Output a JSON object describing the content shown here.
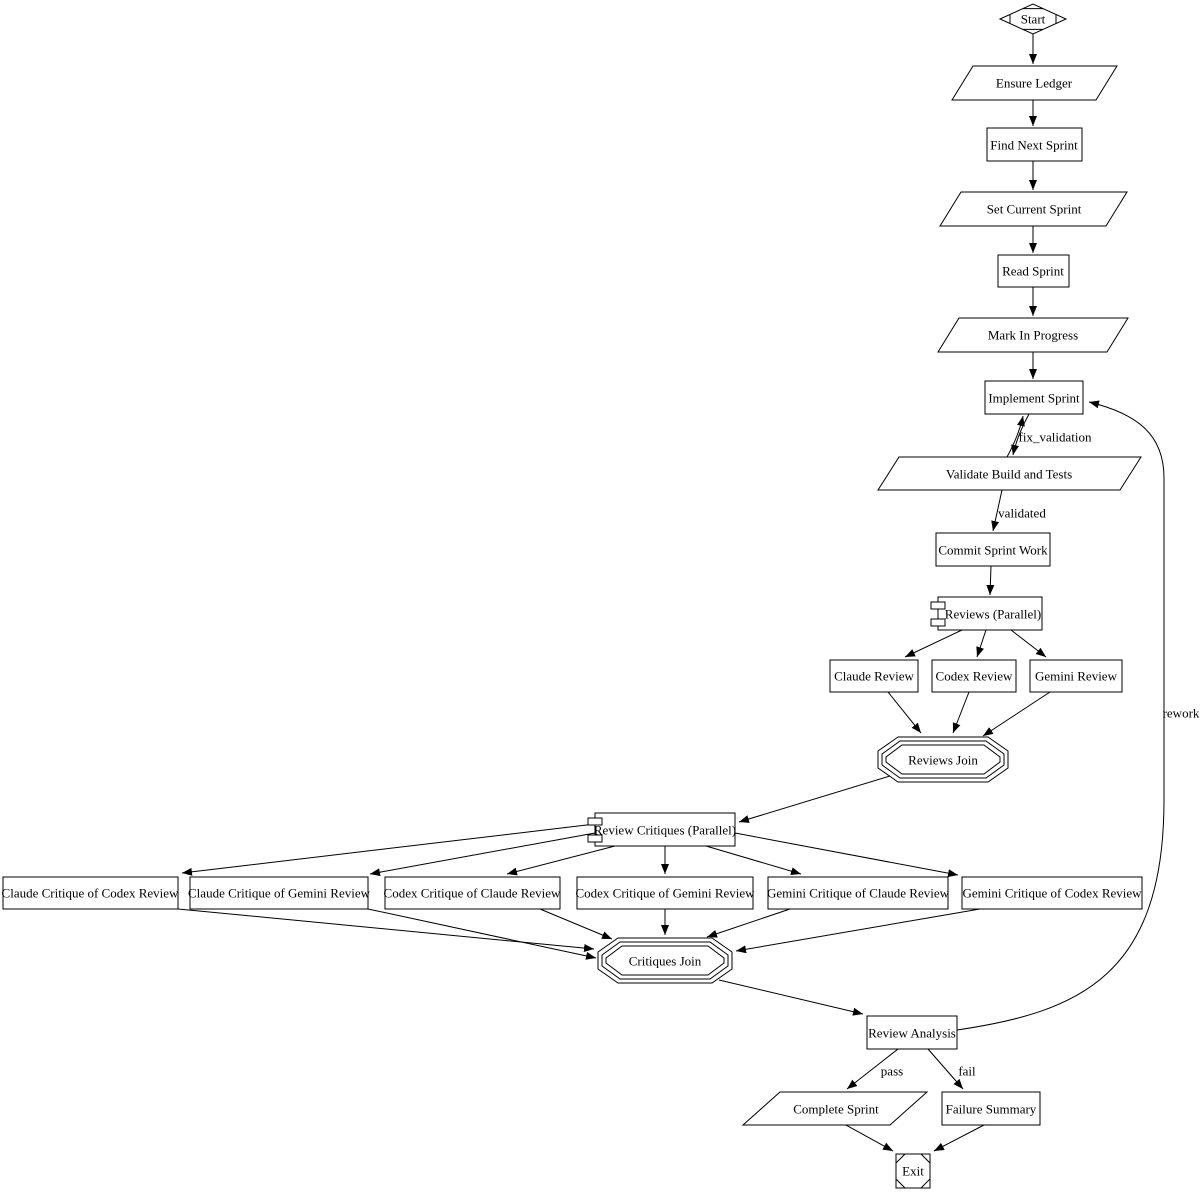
{
  "diagram": {
    "background": "#ffffff",
    "stroke_color": "#000000",
    "nodes": {
      "start": {
        "label": "Start",
        "shape": "Mdiamond"
      },
      "ensure_ledger": {
        "label": "Ensure Ledger",
        "shape": "parallelogram"
      },
      "find_next_sprint": {
        "label": "Find Next Sprint",
        "shape": "box"
      },
      "set_current_sprint": {
        "label": "Set Current Sprint",
        "shape": "parallelogram"
      },
      "read_sprint": {
        "label": "Read Sprint",
        "shape": "box"
      },
      "mark_in_progress": {
        "label": "Mark In Progress",
        "shape": "parallelogram"
      },
      "implement_sprint": {
        "label": "Implement Sprint",
        "shape": "box"
      },
      "validate_build_and_tests": {
        "label": "Validate Build and Tests",
        "shape": "parallelogram"
      },
      "commit_sprint_work": {
        "label": "Commit Sprint Work",
        "shape": "box"
      },
      "reviews_parallel": {
        "label": "Reviews (Parallel)",
        "shape": "component"
      },
      "claude_review": {
        "label": "Claude Review",
        "shape": "box"
      },
      "codex_review": {
        "label": "Codex Review",
        "shape": "box"
      },
      "gemini_review": {
        "label": "Gemini Review",
        "shape": "box"
      },
      "reviews_join": {
        "label": "Reviews Join",
        "shape": "tripleoctagon"
      },
      "review_critiques_parallel": {
        "label": "Review Critiques (Parallel)",
        "shape": "component"
      },
      "claude_critique_of_codex_review": {
        "label": "Claude Critique of Codex Review",
        "shape": "box"
      },
      "claude_critique_of_gemini_review": {
        "label": "Claude Critique of Gemini Review",
        "shape": "box"
      },
      "codex_critique_of_claude_review": {
        "label": "Codex Critique of Claude Review",
        "shape": "box"
      },
      "codex_critique_of_gemini_review": {
        "label": "Codex Critique of Gemini Review",
        "shape": "box"
      },
      "gemini_critique_of_claude_review": {
        "label": "Gemini Critique of Claude Review",
        "shape": "box"
      },
      "gemini_critique_of_codex_review": {
        "label": "Gemini Critique of Codex Review",
        "shape": "box"
      },
      "critiques_join": {
        "label": "Critiques Join",
        "shape": "tripleoctagon"
      },
      "review_analysis": {
        "label": "Review Analysis",
        "shape": "box"
      },
      "complete_sprint": {
        "label": "Complete Sprint",
        "shape": "parallelogram"
      },
      "failure_summary": {
        "label": "Failure Summary",
        "shape": "box"
      },
      "exit": {
        "label": "Exit",
        "shape": "Msquare"
      }
    },
    "edge_labels": {
      "fix_validation": "fix_validation",
      "validated": "validated",
      "rework": "rework",
      "pass": "pass",
      "fail": "fail"
    },
    "edges": [
      {
        "from": "start",
        "to": "ensure_ledger",
        "label": ""
      },
      {
        "from": "ensure_ledger",
        "to": "find_next_sprint",
        "label": ""
      },
      {
        "from": "find_next_sprint",
        "to": "set_current_sprint",
        "label": ""
      },
      {
        "from": "set_current_sprint",
        "to": "read_sprint",
        "label": ""
      },
      {
        "from": "read_sprint",
        "to": "mark_in_progress",
        "label": ""
      },
      {
        "from": "mark_in_progress",
        "to": "implement_sprint",
        "label": ""
      },
      {
        "from": "implement_sprint",
        "to": "validate_build_and_tests",
        "label": ""
      },
      {
        "from": "validate_build_and_tests",
        "to": "implement_sprint",
        "label": "fix_validation"
      },
      {
        "from": "validate_build_and_tests",
        "to": "commit_sprint_work",
        "label": "validated"
      },
      {
        "from": "commit_sprint_work",
        "to": "reviews_parallel",
        "label": ""
      },
      {
        "from": "reviews_parallel",
        "to": "claude_review",
        "label": ""
      },
      {
        "from": "reviews_parallel",
        "to": "codex_review",
        "label": ""
      },
      {
        "from": "reviews_parallel",
        "to": "gemini_review",
        "label": ""
      },
      {
        "from": "claude_review",
        "to": "reviews_join",
        "label": ""
      },
      {
        "from": "codex_review",
        "to": "reviews_join",
        "label": ""
      },
      {
        "from": "gemini_review",
        "to": "reviews_join",
        "label": ""
      },
      {
        "from": "reviews_join",
        "to": "review_critiques_parallel",
        "label": ""
      },
      {
        "from": "review_critiques_parallel",
        "to": "claude_critique_of_codex_review",
        "label": ""
      },
      {
        "from": "review_critiques_parallel",
        "to": "claude_critique_of_gemini_review",
        "label": ""
      },
      {
        "from": "review_critiques_parallel",
        "to": "codex_critique_of_claude_review",
        "label": ""
      },
      {
        "from": "review_critiques_parallel",
        "to": "codex_critique_of_gemini_review",
        "label": ""
      },
      {
        "from": "review_critiques_parallel",
        "to": "gemini_critique_of_claude_review",
        "label": ""
      },
      {
        "from": "review_critiques_parallel",
        "to": "gemini_critique_of_codex_review",
        "label": ""
      },
      {
        "from": "claude_critique_of_codex_review",
        "to": "critiques_join",
        "label": ""
      },
      {
        "from": "claude_critique_of_gemini_review",
        "to": "critiques_join",
        "label": ""
      },
      {
        "from": "codex_critique_of_claude_review",
        "to": "critiques_join",
        "label": ""
      },
      {
        "from": "codex_critique_of_gemini_review",
        "to": "critiques_join",
        "label": ""
      },
      {
        "from": "gemini_critique_of_claude_review",
        "to": "critiques_join",
        "label": ""
      },
      {
        "from": "gemini_critique_of_codex_review",
        "to": "critiques_join",
        "label": ""
      },
      {
        "from": "critiques_join",
        "to": "review_analysis",
        "label": ""
      },
      {
        "from": "review_analysis",
        "to": "complete_sprint",
        "label": "pass"
      },
      {
        "from": "review_analysis",
        "to": "failure_summary",
        "label": "fail"
      },
      {
        "from": "review_analysis",
        "to": "implement_sprint",
        "label": "rework"
      },
      {
        "from": "complete_sprint",
        "to": "exit",
        "label": ""
      },
      {
        "from": "failure_summary",
        "to": "exit",
        "label": ""
      }
    ]
  }
}
